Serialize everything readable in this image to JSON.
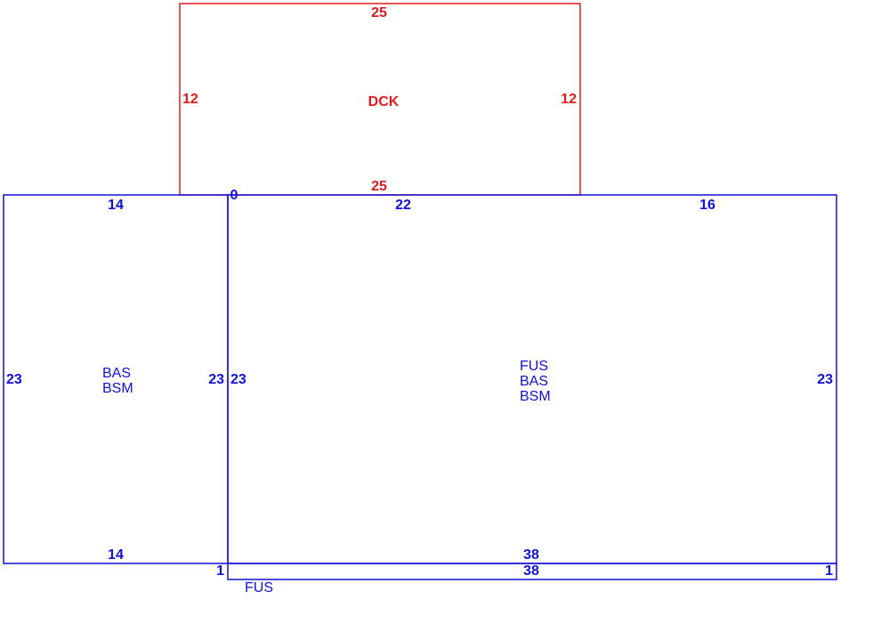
{
  "colors": {
    "deck": "#e01b1b",
    "house": "#1010d8",
    "background": "#ffffff"
  },
  "deck": {
    "code": "DCK",
    "top": "25",
    "bottom": "25",
    "left": "12",
    "right": "12"
  },
  "left_section": {
    "codes": [
      "BAS",
      "BSM"
    ],
    "top": "14",
    "bottom": "14",
    "left": "23",
    "right": "23"
  },
  "main_section": {
    "codes": [
      "FUS",
      "BAS",
      "BSM"
    ],
    "corner": "0",
    "top_left": "22",
    "top_right": "16",
    "bottom": "38",
    "left": "23",
    "right": "23"
  },
  "strip": {
    "code": "FUS",
    "bottom": "38",
    "left": "1",
    "right": "1"
  }
}
